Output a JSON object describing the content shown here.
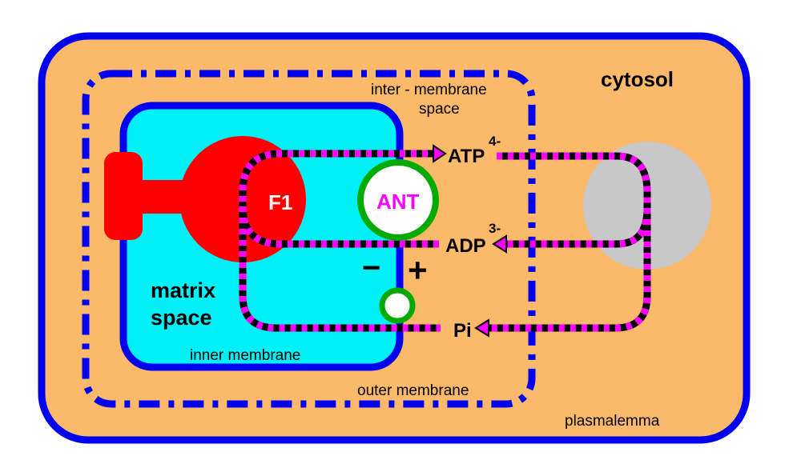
{
  "labels": {
    "cytosol": "cytosol",
    "intermembrane": "inter - membrane",
    "intermembrane_space": "space",
    "f1": "F1",
    "ant": "ANT",
    "atp": "ATP",
    "atp_charge": "4-",
    "adp": "ADP",
    "adp_charge": "3-",
    "pi": "Pi",
    "minus": "−",
    "plus": "+",
    "matrix": "matrix",
    "matrix_space": "space",
    "inner_membrane": "inner membrane",
    "outer_membrane": "outer membrane",
    "plasmalemma": "plasmalemma"
  },
  "colors": {
    "cell_fill": "#FBBA6A",
    "membrane_blue": "#0000EE",
    "matrix_fill": "#00F0F8",
    "f1_red": "#FF0000",
    "ant_green": "#00AA00",
    "path_black": "#000000",
    "path_magenta": "#FF00FF",
    "exchanger_gray": "#C8C8C8",
    "ant_text": "#FF00FF"
  }
}
